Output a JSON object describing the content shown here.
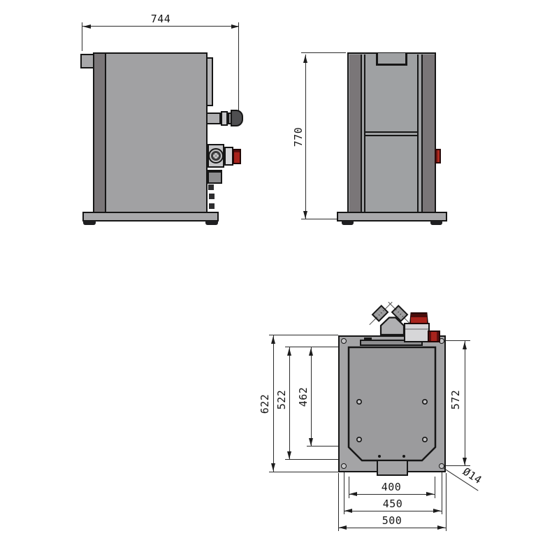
{
  "dimensions": {
    "total_width": "744",
    "total_height": "770",
    "base_depth": "622",
    "inner_depth": "522",
    "tank_depth": "462",
    "hole_spacing_depth": "572",
    "inner_width": "400",
    "hole_spacing_width": "450",
    "base_width": "500",
    "hole_diameter": "Ø14"
  },
  "colors": {
    "outline": "#161616",
    "body_gray": "#a1a1a3",
    "column_dark_gray": "#7a7678",
    "base_gray": "#a9a9ab",
    "fitting_light_gray": "#d6d6d8",
    "accent_red": "#a8231c",
    "background": "#ffffff"
  }
}
